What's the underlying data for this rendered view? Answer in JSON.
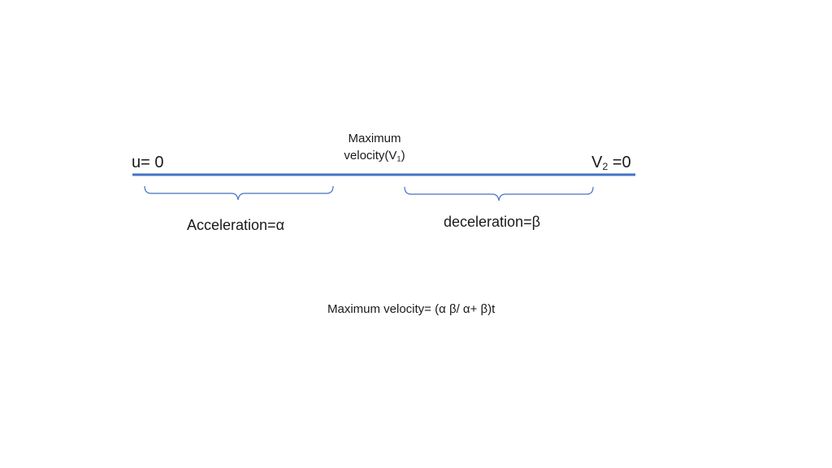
{
  "diagram": {
    "start_label": "u= 0",
    "end_label": {
      "prefix": "V",
      "subscript": "2",
      "suffix": " =0"
    },
    "peak_label": {
      "line1": "Maximum",
      "line2_prefix": "velocity(V",
      "line2_subscript": "1",
      "line2_suffix": ")"
    },
    "acceleration_label": "Acceleration=α",
    "deceleration_label": "deceleration=β",
    "formula": "Maximum velocity= (α β/ α+ β)t",
    "colors": {
      "line": "#4472c4",
      "brace": "#4472c4",
      "text": "#1a1a1a"
    }
  }
}
